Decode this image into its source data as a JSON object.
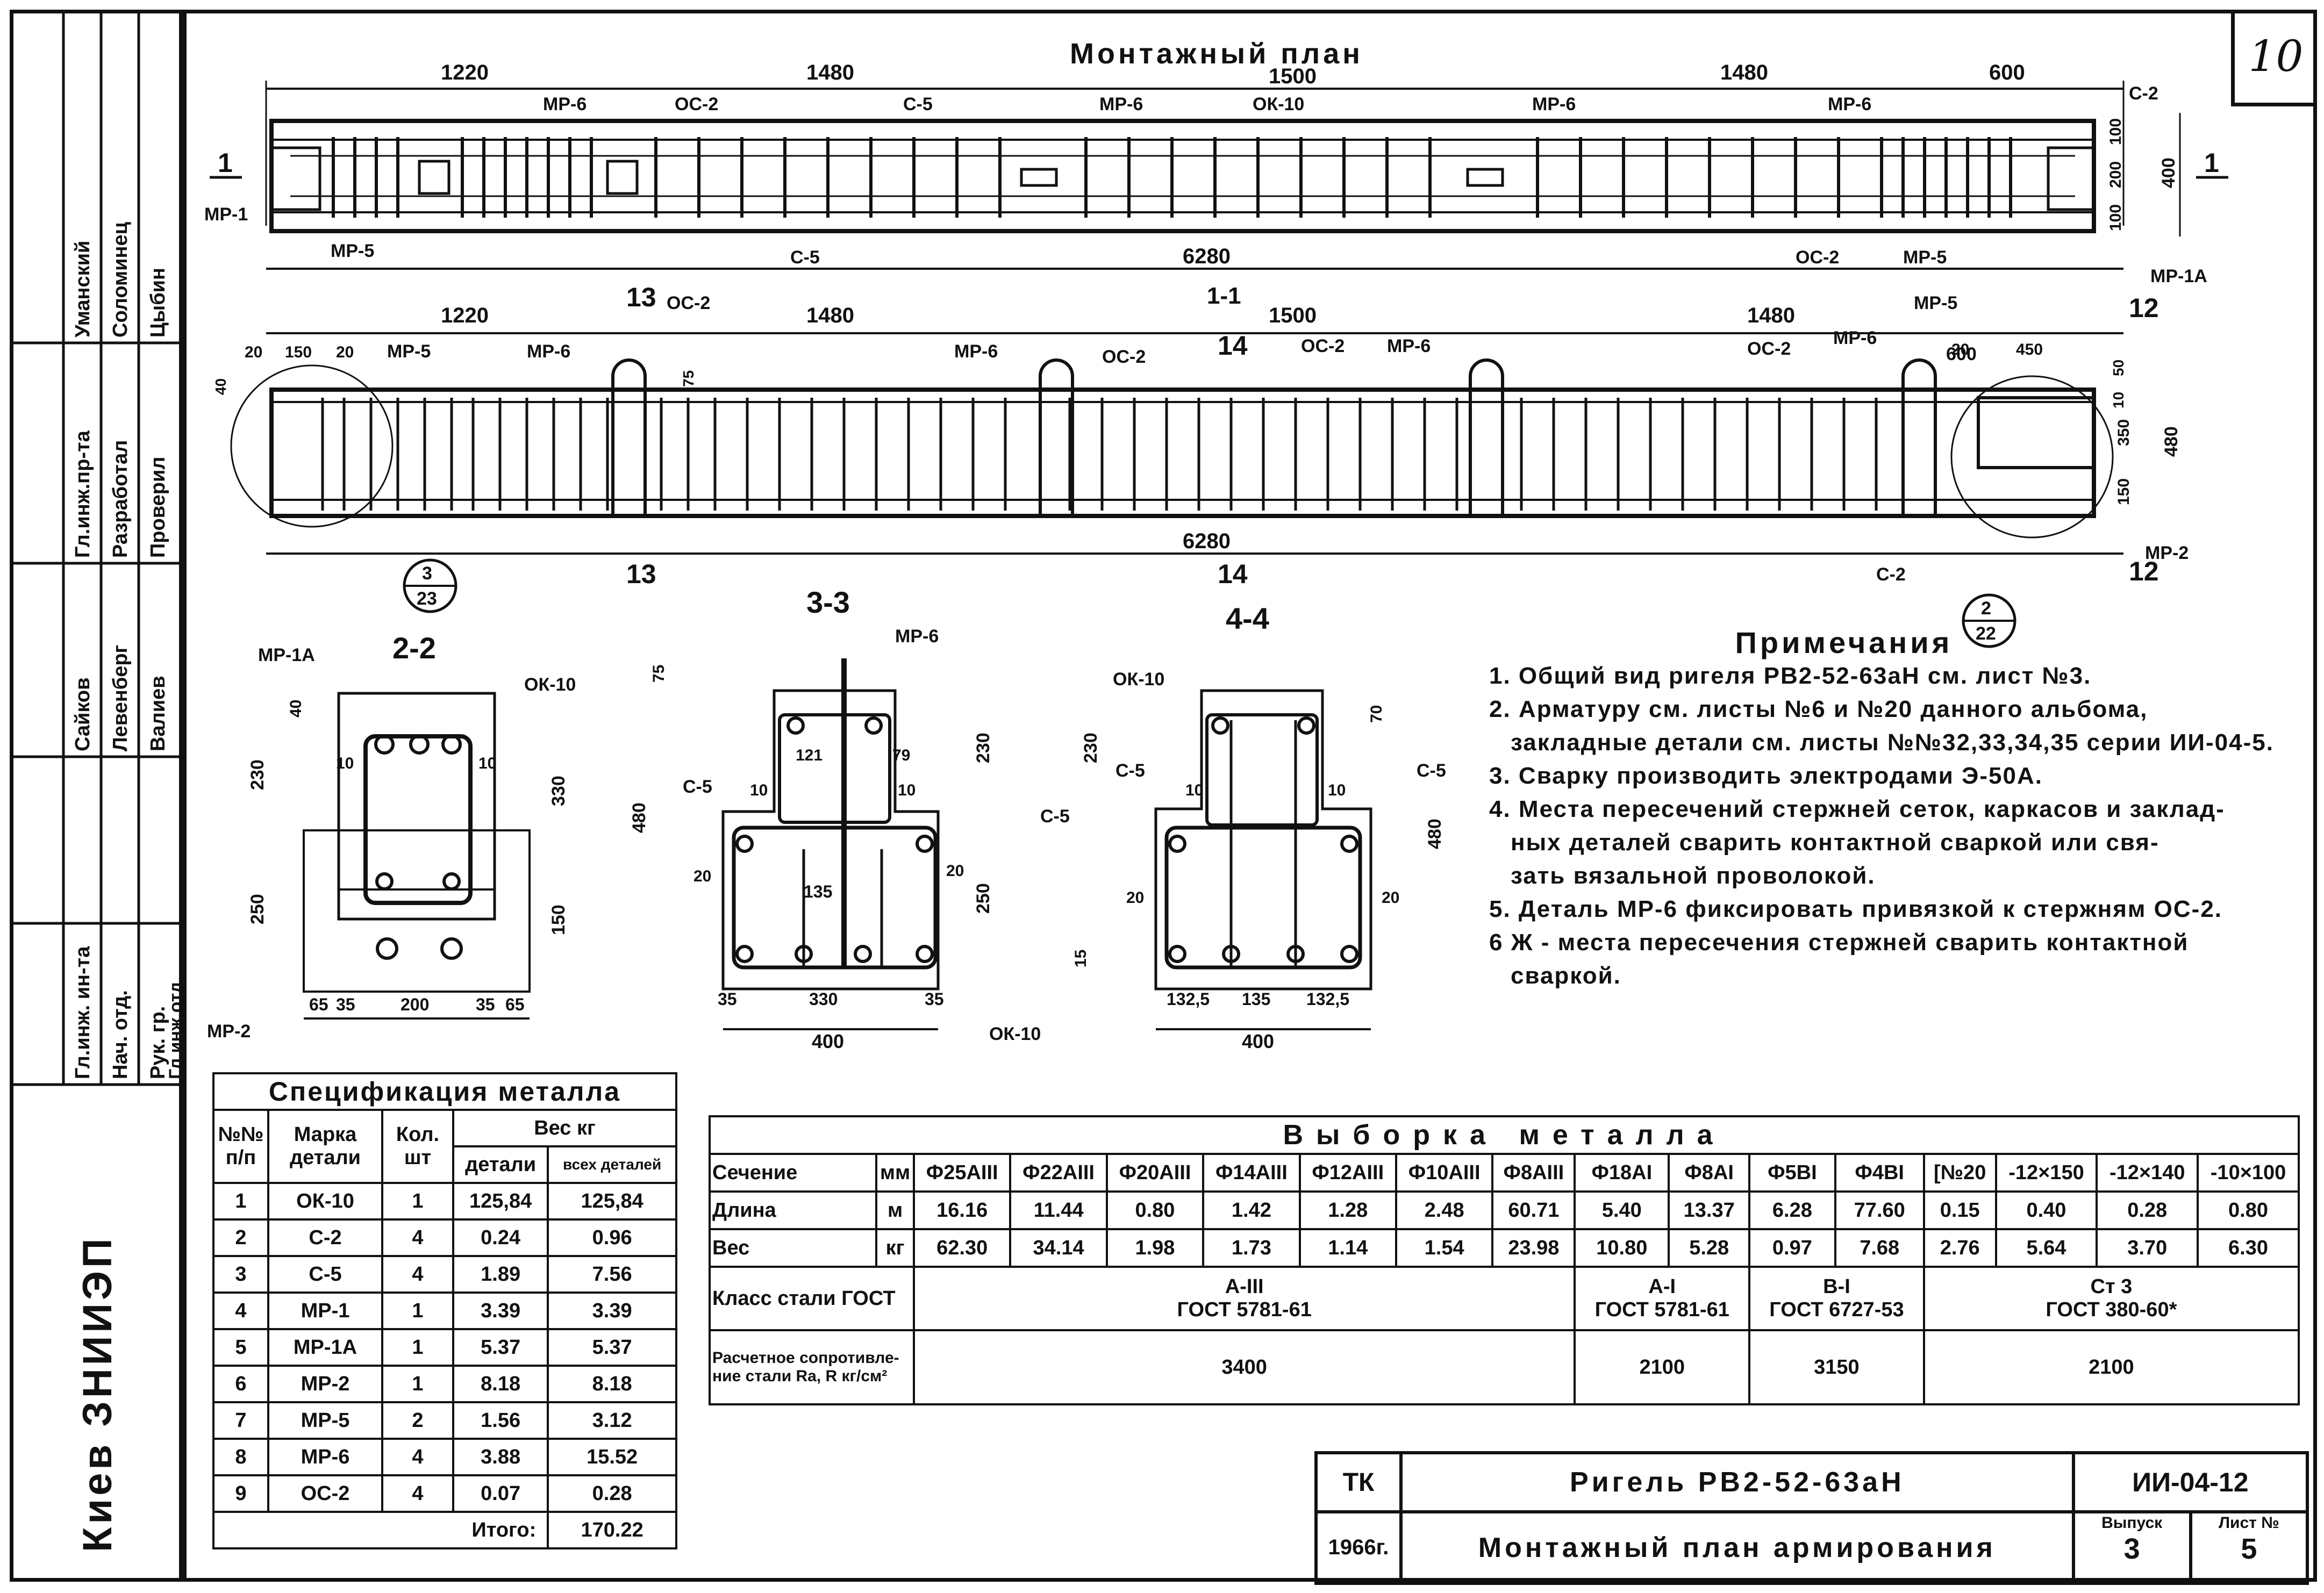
{
  "sheet_number": "10",
  "plan": {
    "title": "Монтажный план",
    "dims_top": [
      "1220",
      "1480",
      "1500",
      "1480",
      "600"
    ],
    "total": "6280",
    "side_dims": [
      "100",
      "200",
      "100",
      "400"
    ],
    "labels": {
      "mp6": "МР-6",
      "oc2": "ОС-2",
      "c5": "С-5",
      "ok10": "ОК-10",
      "c2": "С-2",
      "mp1": "МР-1",
      "mp5": "МР-5",
      "mp1a": "МР-1А",
      "mp2": "МР-2"
    },
    "section_mark": "1"
  },
  "elevation": {
    "title": "1-1",
    "dims_top": [
      "1220",
      "1480",
      "1500",
      "1480",
      "600"
    ],
    "small_dims": [
      "20",
      "150",
      "20",
      "40",
      "75",
      "20",
      "450",
      "50",
      "10",
      "350",
      "480",
      "150"
    ],
    "total": "6280",
    "cut_marks": [
      "13",
      "14",
      "12"
    ],
    "callouts": [
      {
        "num": "3",
        "den": "23"
      },
      {
        "num": "2",
        "den": "22"
      }
    ]
  },
  "sec22": {
    "title": "2-2",
    "dims": [
      "40",
      "230",
      "330",
      "250",
      "150",
      "10",
      "10",
      "65",
      "35",
      "200",
      "35",
      "65"
    ],
    "labels": [
      "МР-1А",
      "ОК-10",
      "МР-2"
    ]
  },
  "sec33": {
    "title": "3-3",
    "dims": [
      "75",
      "230",
      "480",
      "250",
      "121",
      "79",
      "10",
      "10",
      "20",
      "20",
      "135",
      "35",
      "330",
      "35",
      "400"
    ],
    "labels": [
      "МР-6",
      "С-5",
      "С-5",
      "ОК-10"
    ]
  },
  "sec44": {
    "title": "4-4",
    "dims": [
      "70",
      "230",
      "480",
      "10",
      "10",
      "20",
      "20",
      "15",
      "132,5",
      "135",
      "132,5",
      "400"
    ],
    "labels": [
      "ОК-10",
      "С-5",
      "С-5"
    ]
  },
  "notes": {
    "title": "Примечания",
    "lines": [
      "1. Общий вид ригеля РВ2-52-63аН см. лист №3.",
      "2. Арматуру см. листы №6 и №20 данного альбома,",
      "закладные детали см. листы №№32,33,34,35 серии ИИ-04-5.",
      "3. Сварку производить электродами Э-50А.",
      "4. Места пересечений стержней сеток, каркасов и заклад-",
      "ных деталей сварить контактной сваркой или свя-",
      "зать вязальной проволокой.",
      "5. Деталь МР-6 фиксировать привязкой к стержням ОС-2.",
      "6 Ж - места пересечения стержней сварить контактной",
      "сваркой."
    ]
  },
  "spec": {
    "title": "Спецификация металла",
    "headers": [
      "№№ п/п",
      "Марка детали",
      "Кол. шт",
      "Вес кг",
      "детали",
      "всех деталей"
    ],
    "rows": [
      [
        "1",
        "ОК-10",
        "1",
        "125,84",
        "125,84"
      ],
      [
        "2",
        "С-2",
        "4",
        "0.24",
        "0.96"
      ],
      [
        "3",
        "С-5",
        "4",
        "1.89",
        "7.56"
      ],
      [
        "4",
        "МР-1",
        "1",
        "3.39",
        "3.39"
      ],
      [
        "5",
        "МР-1А",
        "1",
        "5.37",
        "5.37"
      ],
      [
        "6",
        "МР-2",
        "1",
        "8.18",
        "8.18"
      ],
      [
        "7",
        "МР-5",
        "2",
        "1.56",
        "3.12"
      ],
      [
        "8",
        "МР-6",
        "4",
        "3.88",
        "15.52"
      ],
      [
        "9",
        "ОС-2",
        "4",
        "0.07",
        "0.28"
      ]
    ],
    "total_label": "Итого:",
    "total": "170.22"
  },
  "vyborka": {
    "title": "Выборка металла",
    "section_label": "Сечение",
    "mm": "мм",
    "cols": [
      "Ф25АIII",
      "Ф22АIII",
      "Ф20АIII",
      "Ф14АIII",
      "Ф12АIII",
      "Ф10АIII",
      "Ф8АIII",
      "Ф18АI",
      "Ф8АI",
      "Ф5ВI",
      "Ф4ВI",
      "[№20",
      "-12×150",
      "-12×140",
      "-10×100"
    ],
    "length_label": "Длина",
    "length_unit": "м",
    "length": [
      "16.16",
      "11.44",
      "0.80",
      "1.42",
      "1.28",
      "2.48",
      "60.71",
      "5.40",
      "13.37",
      "6.28",
      "77.60",
      "0.15",
      "0.40",
      "0.28",
      "0.80"
    ],
    "weight_label": "Вес",
    "weight_unit": "кг",
    "weight": [
      "62.30",
      "34.14",
      "1.98",
      "1.73",
      "1.14",
      "1.54",
      "23.98",
      "10.80",
      "5.28",
      "0.97",
      "7.68",
      "2.76",
      "5.64",
      "3.70",
      "6.30"
    ],
    "class_label": "Класс стали ГОСТ",
    "classes": [
      {
        "cls": "А-III",
        "gost": "ГОСТ 5781-61"
      },
      {
        "cls": "А-I",
        "gost": "ГОСТ 5781-61"
      },
      {
        "cls": "В-I",
        "gost": "ГОСТ 6727-53"
      },
      {
        "cls": "Ст 3",
        "gost": "ГОСТ 380-60*"
      }
    ],
    "resist_label": "Расчетное сопротивле- ние стали Rа, R кг/см²",
    "resist": [
      "3400",
      "2100",
      "3150",
      "2100"
    ]
  },
  "stamp": {
    "tk": "ТК",
    "year": "1966г.",
    "name1": "Ригель РВ2-52-63аН",
    "name2": "Монтажный план армирования",
    "series": "ИИ-04-12",
    "issue_label": "Выпуск",
    "issue": "3",
    "sheet_label": "Лист №",
    "sheet": "5"
  },
  "side": {
    "org": "Киев ЗНИИЭП",
    "roles": [
      "Гл.инж. ин-та",
      "Нач. отд.",
      "Рук. гр.",
      "Гл.инж.отд."
    ],
    "roles2": [
      "Гл.инж.пр-та",
      "Разработал",
      "Проверил"
    ],
    "names": [
      "Сайков",
      "Левенберг",
      "Валиев"
    ],
    "names2": [
      "Уманский",
      "Соломинец",
      "Цыбин"
    ]
  }
}
